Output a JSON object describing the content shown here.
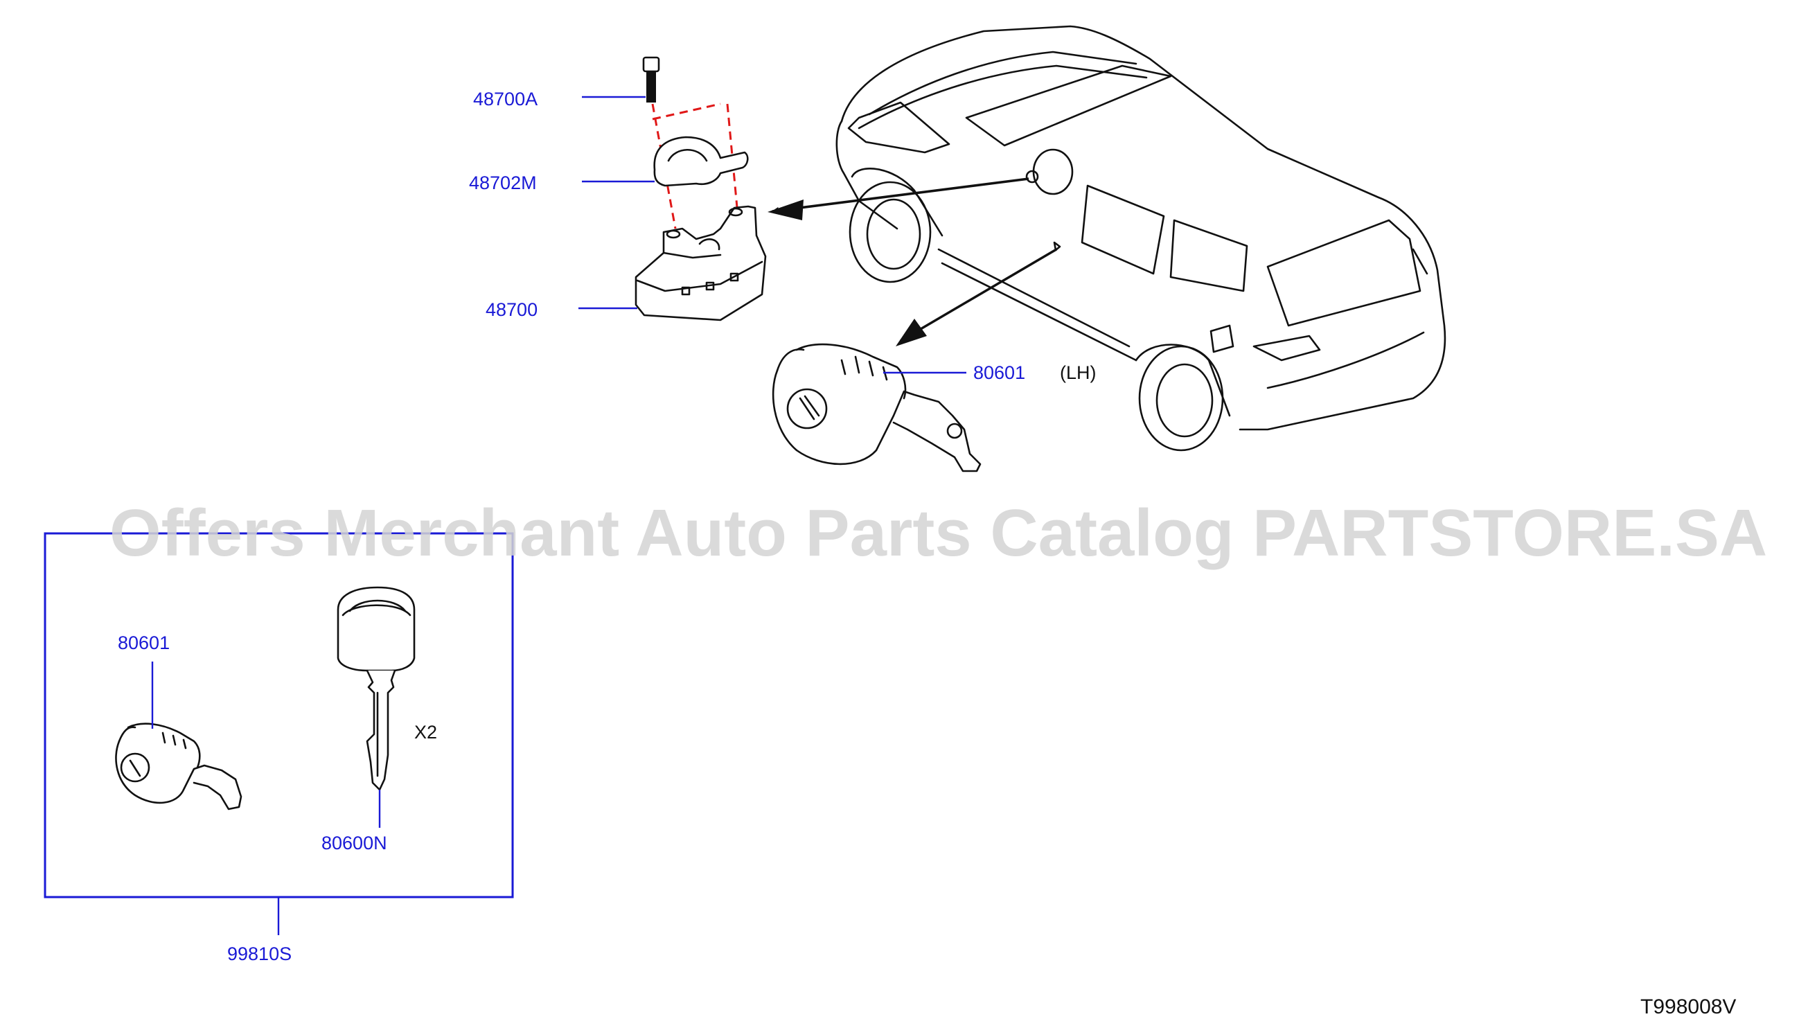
{
  "watermark": "Offers Merchant Auto Parts Catalog PARTSTORE.SA",
  "diagram_id": "T998008V",
  "parts": {
    "bolt": "48700A",
    "clamp": "48702M",
    "steering_lock": "48700",
    "door_cylinder_lh": "80601",
    "lh_suffix": "(LH)",
    "kit_cylinder": "80601",
    "key_blank": "80600N",
    "key_qty": "X2",
    "kit": "99810S"
  },
  "colors": {
    "label": "#1a1ad6",
    "red_dash": "#e01818",
    "line": "#111111"
  }
}
